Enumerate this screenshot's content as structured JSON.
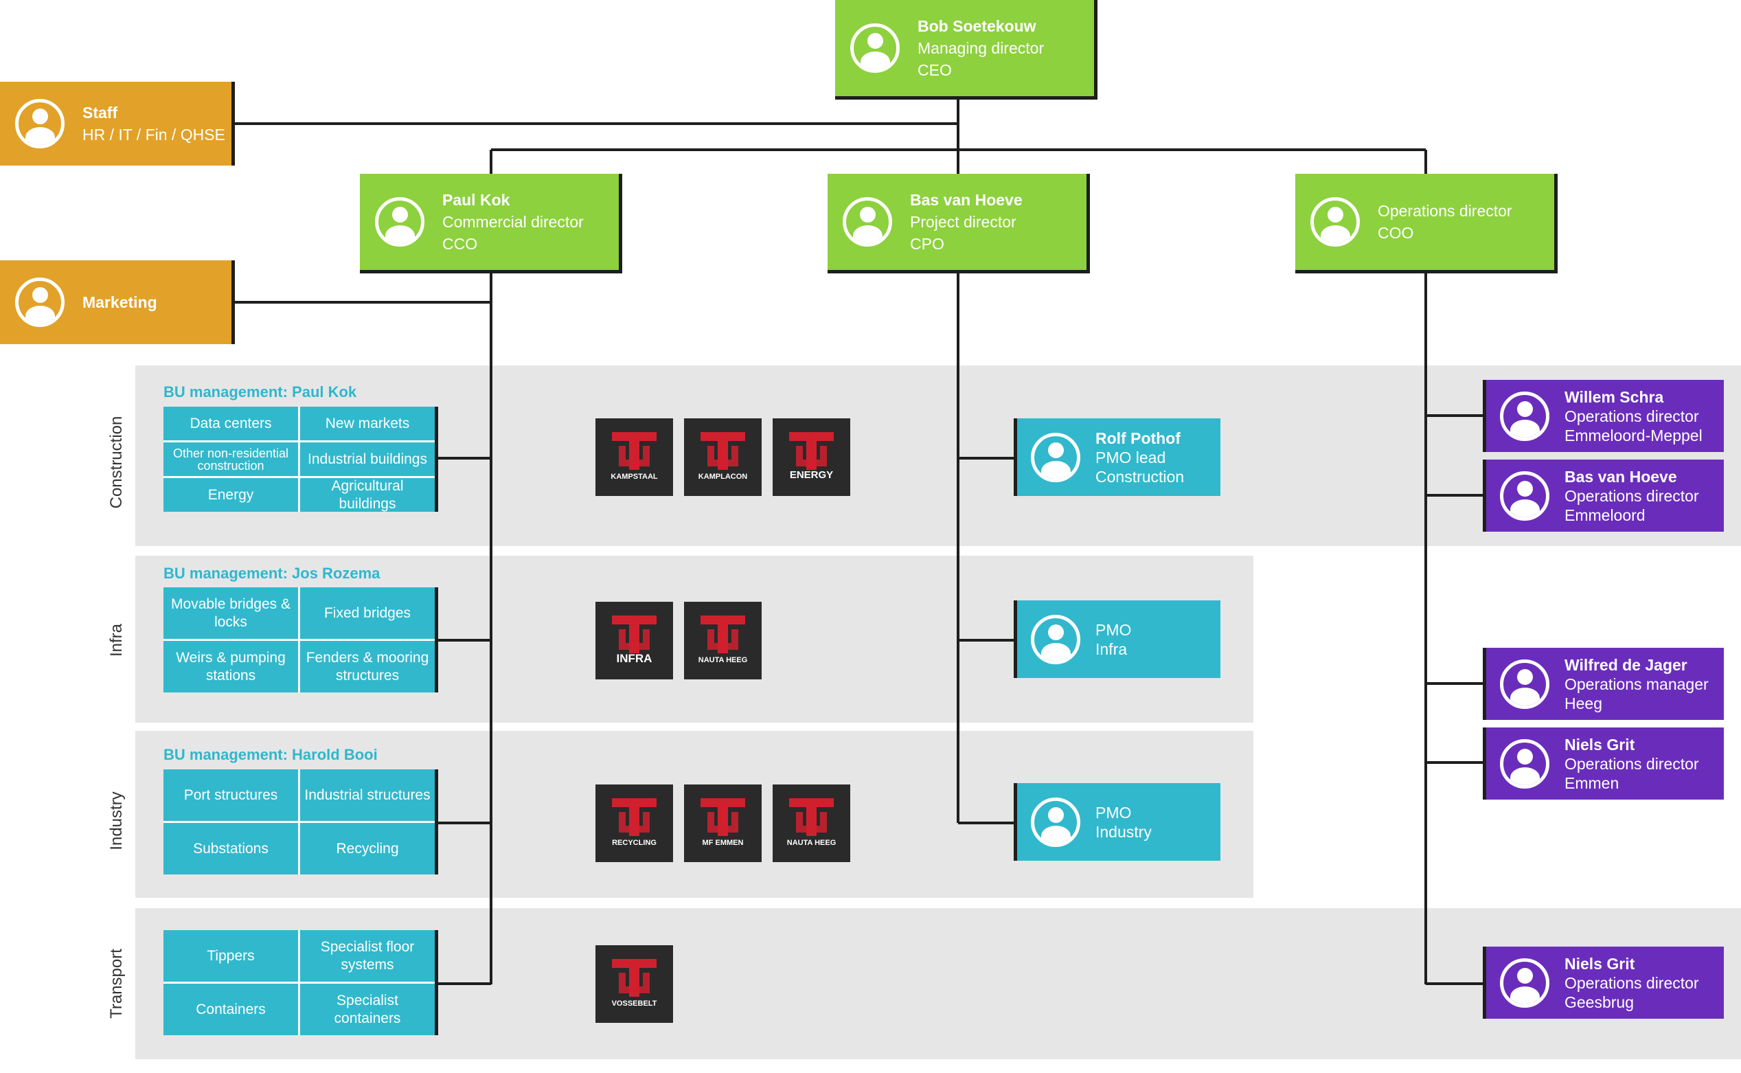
{
  "ceo": {
    "name": "Bob Soetekouw",
    "role": "Managing director",
    "title": "CEO",
    "icon": "person-icon"
  },
  "staff": {
    "name": "Staff",
    "role": "HR / IT / Fin / QHSE",
    "icon": "person-icon"
  },
  "marketing": {
    "name": "Marketing",
    "icon": "person-icon"
  },
  "cco": {
    "name": "Paul Kok",
    "role": "Commercial director",
    "title": "CCO"
  },
  "cpo": {
    "name": "Bas van Hoeve",
    "role": "Project director",
    "title": "CPO"
  },
  "coo": {
    "role": "Operations director",
    "title": "COO"
  },
  "bands": {
    "construction": {
      "label": "Construction",
      "bu": "BU management: Paul Kok",
      "cells": [
        "Data centers",
        "New markets",
        "Other non-residential construction",
        "Industrial buildings",
        "Energy",
        "Agricultural buildings"
      ],
      "logos": [
        "KAMPSTAAL",
        "KAMPLACON",
        "ENERGY"
      ]
    },
    "infra": {
      "label": "Infra",
      "bu": "BU management: Jos Rozema",
      "cells": [
        "Movable bridges & locks",
        "Fixed bridges",
        "Weirs & pumping stations",
        "Fenders & mooring structures"
      ],
      "logos": [
        "INFRA",
        "NAUTA HEEG"
      ]
    },
    "industry": {
      "label": "Industry",
      "bu": "BU management: Harold Booi",
      "cells": [
        "Port structures",
        "Industrial structures",
        "Substations",
        "Recycling"
      ],
      "logos": [
        "RECYCLING",
        "MF EMMEN",
        "NAUTA HEEG"
      ]
    },
    "transport": {
      "label": "Transport",
      "cells": [
        "Tippers",
        "Specialist floor systems",
        "Containers",
        "Specialist containers"
      ],
      "logos": [
        "VOSSEBELT"
      ]
    }
  },
  "pmo": [
    {
      "name": "Rolf Pothof",
      "role": "PMO lead",
      "title": "Construction"
    },
    {
      "role": "PMO",
      "title": "Infra"
    },
    {
      "role": "PMO",
      "title": "Industry"
    }
  ],
  "operations": [
    {
      "name": "Willem Schra",
      "role": "Operations director",
      "title": "Emmeloord-Meppel"
    },
    {
      "name": "Bas van Hoeve",
      "role": "Operations director",
      "title": "Emmeloord"
    },
    {
      "name": "Wilfred de Jager",
      "role": "Operations manager",
      "title": "Heeg"
    },
    {
      "name": "Niels Grit",
      "role": "Operations director",
      "title": "Emmen"
    },
    {
      "name": "Niels Grit",
      "role": "Operations director",
      "title": "Geesbrug"
    }
  ],
  "colors": {
    "green": "#8dd13e",
    "orange": "#e2a128",
    "teal": "#31b8cc",
    "purple": "#6a2dbb",
    "band": "#e6e6e6",
    "logo_red": "#d0202e"
  }
}
